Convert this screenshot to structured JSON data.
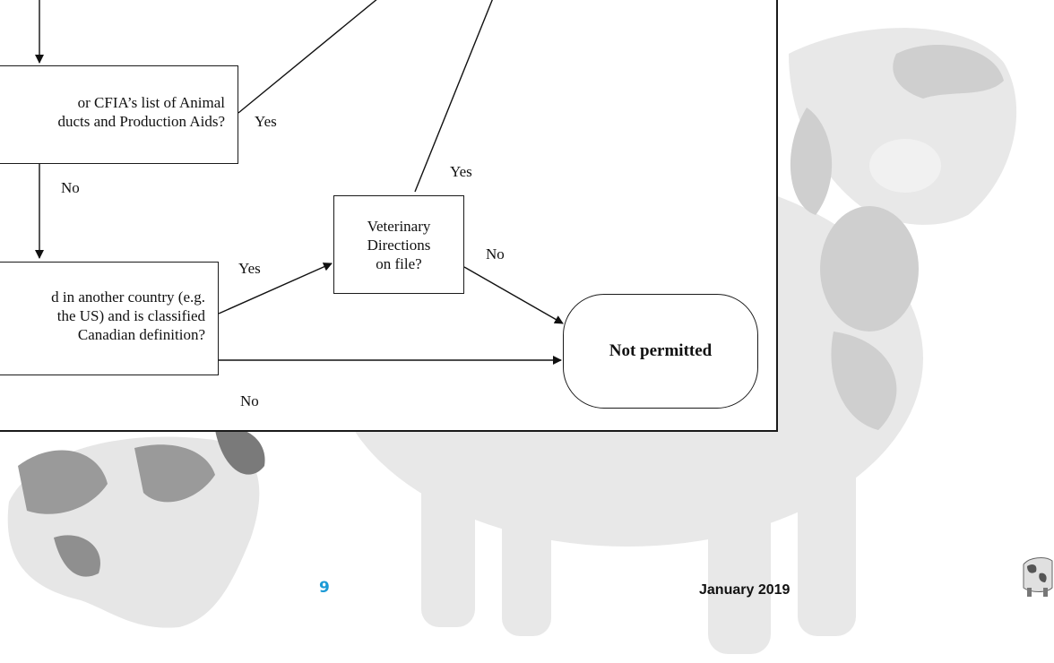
{
  "colors": {
    "page_number": "#1b9ad6",
    "cow_shade_light": "#e6e6e6",
    "cow_shade_dark": "#9a9a9a"
  },
  "flowchart": {
    "box_cfia": {
      "line1": "or CFIA’s list of Animal",
      "line2": "ducts and Production Aids?"
    },
    "box_other_country": {
      "line1": "d in another country (e.g.",
      "line2": "the US) and is classified",
      "line3": "Canadian definition?"
    },
    "box_vet": {
      "line1": "Veterinary",
      "line2": "Directions",
      "line3": "on file?"
    },
    "terminal": "Not permitted",
    "labels": {
      "cfia_yes": "Yes",
      "cfia_no": "No",
      "vet_yes": "Yes",
      "country_yes": "Yes",
      "vet_no": "No",
      "country_no": "No"
    }
  },
  "footer": {
    "page_number": "9",
    "date": "January 2019"
  },
  "icons": {
    "cow_logo": "cow-logo-icon"
  }
}
